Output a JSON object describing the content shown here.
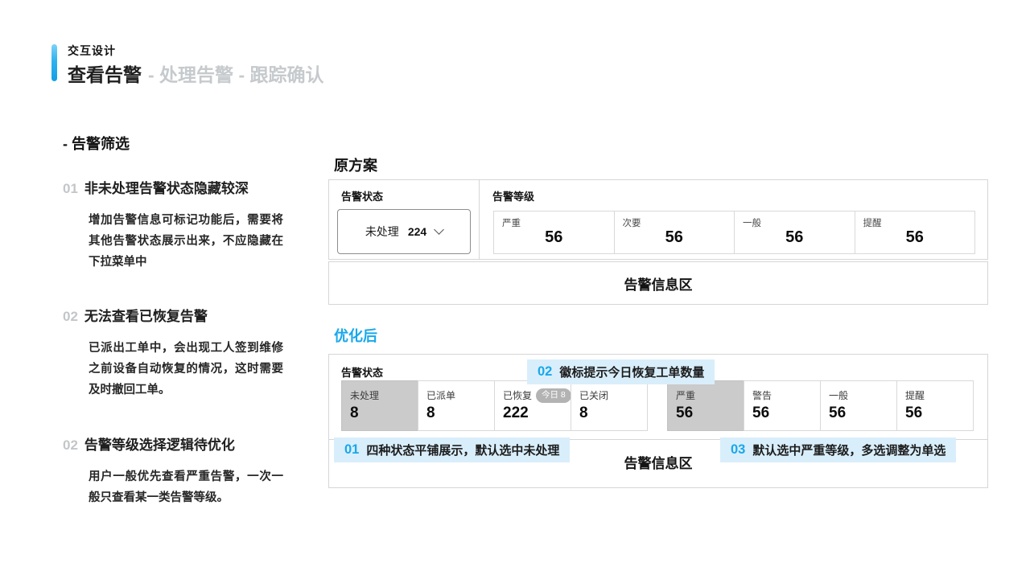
{
  "colors": {
    "accent_blue": "#18a8ea",
    "callout_bg": "#d9eefb",
    "selected_card_gray": "#cbcbcb",
    "badge_gray": "#b3b3b3",
    "muted_title_gray": "#c6cacd"
  },
  "header": {
    "eyebrow": "交互设计",
    "title_current": "查看告警",
    "title_rest": "- 处理告警 - 跟踪确认"
  },
  "sidebar": {
    "heading": "- 告警筛选",
    "issues": [
      {
        "num": "01",
        "title": "非未处理告警状态隐藏较深",
        "body": "增加告警信息可标记功能后，需要将其他告警状态展示出来，不应隐藏在下拉菜单中"
      },
      {
        "num": "02",
        "title": "无法查看已恢复告警",
        "body": "已派出工单中，会出现工人签到维修之前设备自动恢复的情况，这时需要及时撤回工单。"
      },
      {
        "num": "02",
        "title": "告警等级选择逻辑待优化",
        "body": "用户一般优先查看严重告警，一次一般只查看某一类告警等级。"
      }
    ]
  },
  "original": {
    "title": "原方案",
    "status_label": "告警状态",
    "dropdown": {
      "value": "未处理",
      "count": "224",
      "icon": "chevron-down"
    },
    "level_label": "告警等级",
    "levels": [
      {
        "label": "严重",
        "value": "56"
      },
      {
        "label": "次要",
        "value": "56"
      },
      {
        "label": "一般",
        "value": "56"
      },
      {
        "label": "提醒",
        "value": "56"
      }
    ],
    "info_area": "告警信息区"
  },
  "optimized": {
    "title": "优化后",
    "status_label": "告警状态",
    "statuses": [
      {
        "label": "未处理",
        "value": "8",
        "selected": true
      },
      {
        "label": "已派单",
        "value": "8",
        "selected": false
      },
      {
        "label": "已恢复",
        "value": "222",
        "badge": "今日 8",
        "selected": false
      },
      {
        "label": "已关闭",
        "value": "8",
        "selected": false
      }
    ],
    "levels": [
      {
        "label": "严重",
        "value": "56",
        "selected": true
      },
      {
        "label": "警告",
        "value": "56",
        "selected": false
      },
      {
        "label": "一般",
        "value": "56",
        "selected": false
      },
      {
        "label": "提醒",
        "value": "56",
        "selected": false
      }
    ],
    "info_area": "告警信息区",
    "callouts": [
      {
        "num": "01",
        "text": "四种状态平铺展示，默认选中未处理"
      },
      {
        "num": "02",
        "text": "徽标提示今日恢复工单数量"
      },
      {
        "num": "03",
        "text": "默认选中严重等级，多选调整为单选"
      }
    ]
  }
}
